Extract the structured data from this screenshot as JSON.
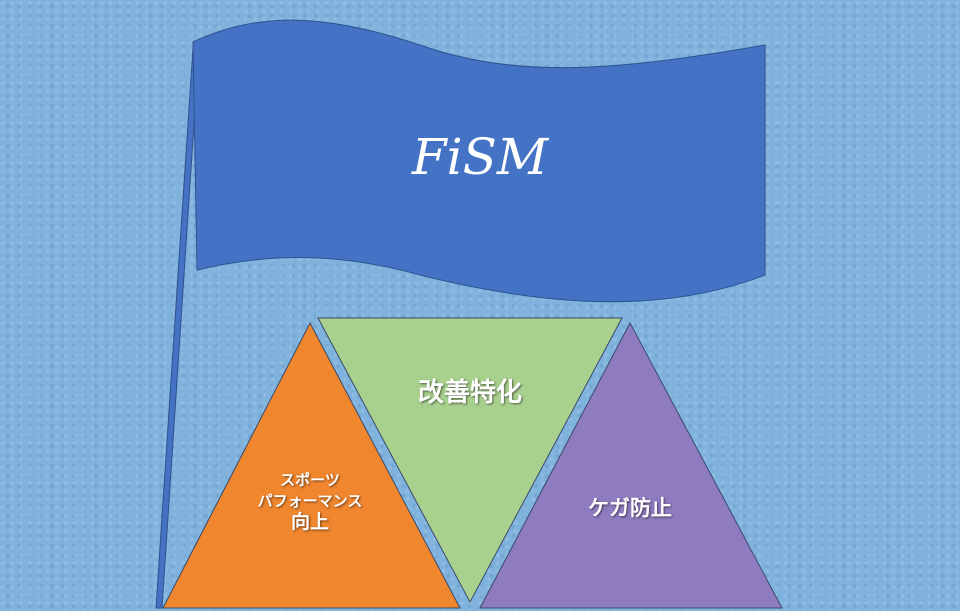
{
  "flag": {
    "title": "FiSM",
    "color": "#4472c4"
  },
  "triangles": [
    {
      "id": "sports",
      "lines": [
        "スポーツ",
        "パフォーマンス",
        "向上"
      ],
      "color": "#f0862e"
    },
    {
      "id": "improvement",
      "label": "改善特化",
      "color": "#a9d18e"
    },
    {
      "id": "injury",
      "label": "ケガ防止",
      "color": "#8f7cc0"
    }
  ]
}
